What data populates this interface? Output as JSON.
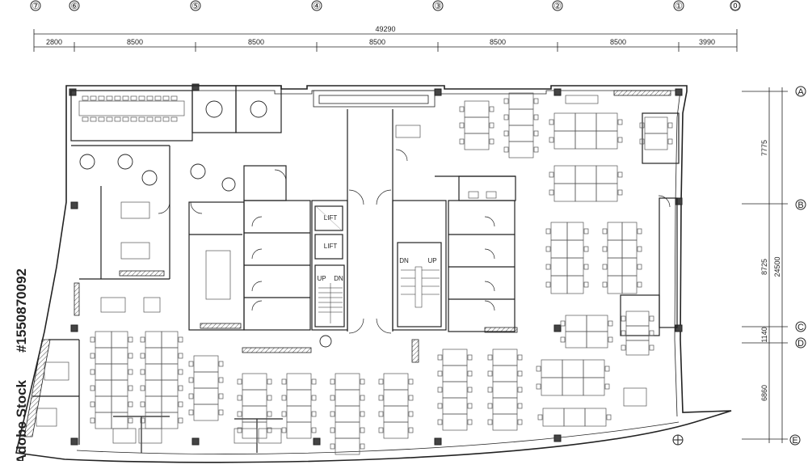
{
  "grid_columns": [
    "⑦",
    "⑥",
    "⑤",
    "④",
    "③",
    "②",
    "①",
    "⓪"
  ],
  "grid_rows": [
    "A",
    "B",
    "C",
    "D",
    "E"
  ],
  "dimensions": {
    "total_width": "49290",
    "spans": [
      "2800",
      "8500",
      "8500",
      "8500",
      "8500",
      "8500",
      "3990"
    ],
    "total_height": "24500",
    "row_spans": [
      "7775",
      "8725",
      "1140",
      "6860"
    ]
  },
  "labels": {
    "lift_1": "LIFT",
    "lift_2": "LIFT",
    "stair_left_up": "UP",
    "stair_left_dn": "DN",
    "stair_right_dn": "DN",
    "stair_right_up": "UP"
  },
  "watermark": {
    "brand": "Adobe Stock",
    "id": "#1550870092"
  },
  "colors": {
    "line": "#222222",
    "light_line": "#888888",
    "hatch": "#555555",
    "background": "#ffffff"
  }
}
